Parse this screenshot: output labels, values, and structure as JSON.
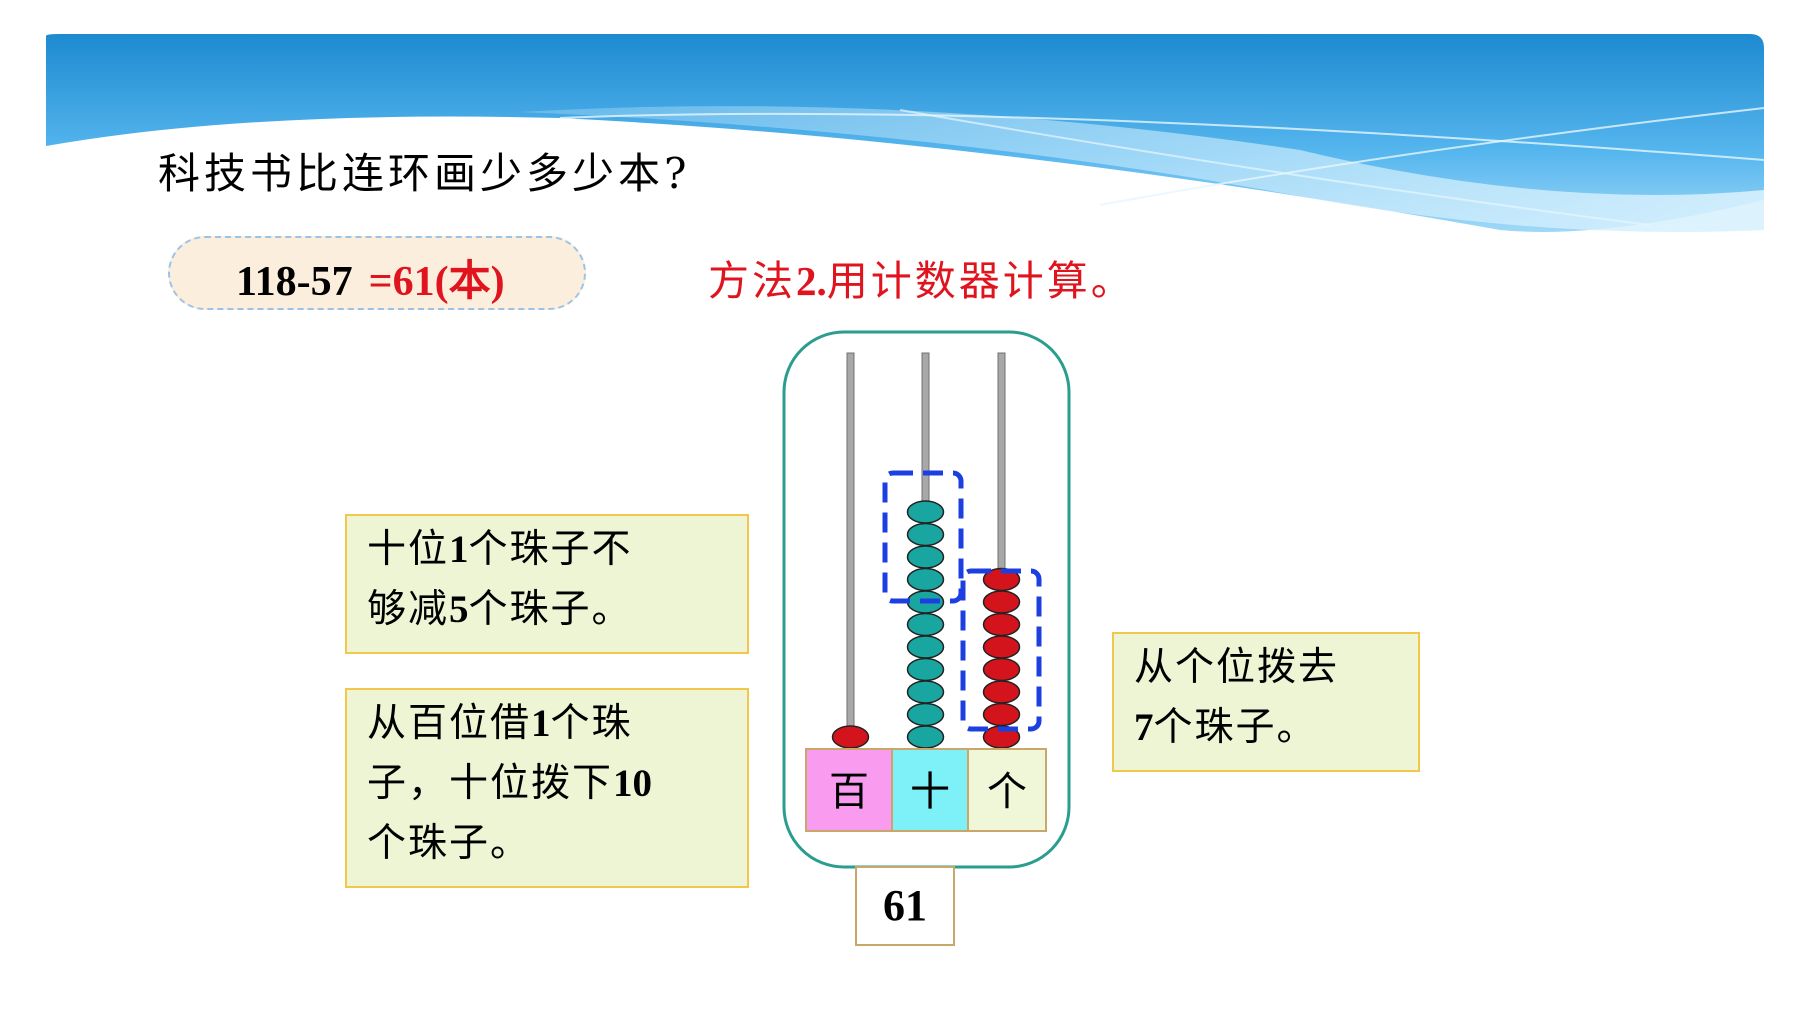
{
  "question": "科技书比连环画少多少本?",
  "equation": {
    "expr": "118-57",
    "answer": "=61(本)"
  },
  "method": {
    "prefix": "方法",
    "number": "2.",
    "text": "用计数器计算。"
  },
  "notes": [
    {
      "lines": [
        [
          "十位",
          "1",
          "个珠子不"
        ],
        [
          "够减",
          "5",
          "个珠子。"
        ]
      ]
    },
    {
      "lines": [
        [
          "从百位借",
          "1",
          "个珠"
        ],
        [
          "子，十位拨下",
          "10",
          ""
        ],
        [
          "个珠子。",
          "",
          ""
        ]
      ]
    },
    {
      "lines": [
        [
          "从个位拨去",
          "",
          ""
        ],
        [
          "",
          "7",
          "个珠子。"
        ]
      ]
    }
  ],
  "abacus": {
    "place_labels": [
      "百",
      "十",
      "个"
    ],
    "beads": {
      "hundreds": 1,
      "tens": 11,
      "ones": 8
    },
    "colors": {
      "hundreds": "#d4141c",
      "tens": "#1aa6a0",
      "ones": "#d4141c",
      "dashed": "#1c3fe0",
      "frame": "#2a9d8f"
    }
  },
  "result": "61",
  "colors": {
    "accent_red": "#e0141e",
    "note_bg": "#eef5d4",
    "note_border": "#f2c74a"
  }
}
